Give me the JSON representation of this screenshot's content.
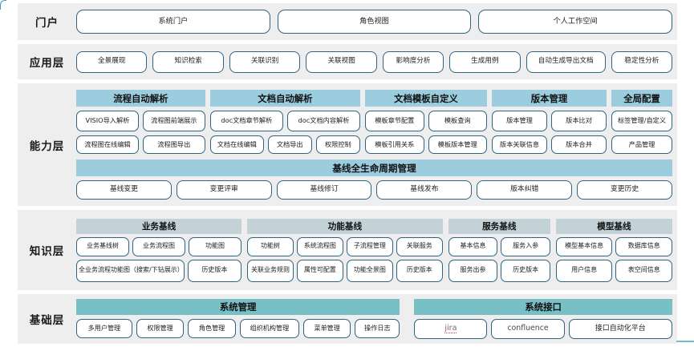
{
  "layers": [
    {
      "id": "portal",
      "label": "门户"
    },
    {
      "id": "application",
      "label": "应用层"
    },
    {
      "id": "capability",
      "label": "能力层"
    },
    {
      "id": "knowledge",
      "label": "知识层"
    },
    {
      "id": "foundation",
      "label": "基础层"
    }
  ],
  "portal": {
    "label": "门户",
    "items": [
      "系统门户",
      "角色视图",
      "个人工作空间"
    ]
  },
  "application": {
    "label": "应用层",
    "items": [
      "全景展现",
      "知识检索",
      "关联识别",
      "关联视图",
      "影响度分析",
      "生成用例",
      "自动生成导出文档",
      "稳定性分析"
    ]
  },
  "capability": {
    "label": "能力层",
    "groups": [
      {
        "title": "流程自动解析",
        "row1": [
          "VISIO导入解析",
          "流程图前端展示"
        ],
        "row2": [
          "流程图在线编辑",
          "流程图导出"
        ]
      },
      {
        "title": "文档自动解析",
        "row1": [
          "doc文档章节解析",
          "doc文档内容解析"
        ],
        "row2": [
          "文档在线编辑",
          "文档导出",
          "权限控制"
        ]
      },
      {
        "title": "文档模板自定义",
        "row1": [
          "模板章节配置",
          "模板查询"
        ],
        "row2": [
          "模板引用关系",
          "模板版本管理"
        ]
      },
      {
        "title": "版本管理",
        "row1": [
          "版本管理",
          "版本比对"
        ],
        "row2": [
          "版本关联信息",
          "版本合并"
        ]
      },
      {
        "title": "全局配置",
        "row1": [
          "标签管理/自定义"
        ],
        "row2": [
          "产品管理"
        ]
      }
    ],
    "lifecycle": {
      "title": "基线全生命周期管理",
      "items": [
        "基线变更",
        "变更评审",
        "基线修订",
        "基线发布",
        "版本纠错",
        "变更历史"
      ]
    }
  },
  "knowledge": {
    "label": "知识层",
    "groups": [
      {
        "title": "业务基线",
        "row1": [
          "业务基线树",
          "业务流程图",
          "功能图"
        ],
        "row2": [
          "全业务流程功能图（搜索/下钻展示）",
          "历史版本"
        ]
      },
      {
        "title": "功能基线",
        "row1": [
          "功能树",
          "系统流程图",
          "子流程管理",
          "关联服务"
        ],
        "row2": [
          "关联业务规则",
          "属性可配置",
          "功能全景图",
          "历史版本"
        ]
      },
      {
        "title": "服务基线",
        "row1": [
          "基本信息",
          "服务入参"
        ],
        "row2": [
          "服务出参",
          "历史版本"
        ]
      },
      {
        "title": "模型基线",
        "row1": [
          "模型基本信息",
          "数据库信息"
        ],
        "row2": [
          "用户信息",
          "表空间信息"
        ]
      }
    ]
  },
  "foundation": {
    "label": "基础层",
    "groups": [
      {
        "title": "系统管理",
        "items": [
          "多用户管理",
          "权限管理",
          "角色管理",
          "组织机构管理",
          "菜单管理",
          "操作日志"
        ]
      },
      {
        "title": "系统接口",
        "items": [
          "jira",
          "confluence",
          "接口自动化平台"
        ]
      }
    ]
  },
  "colors": {
    "band_background": "#eeeeee",
    "capability_group_header": "#9ccddf",
    "knowledge_group_header": "#c3d2d7",
    "foundation_group_header": "#78bfc6",
    "pill_border": "#2f6480",
    "page_background": "#ffffff"
  }
}
